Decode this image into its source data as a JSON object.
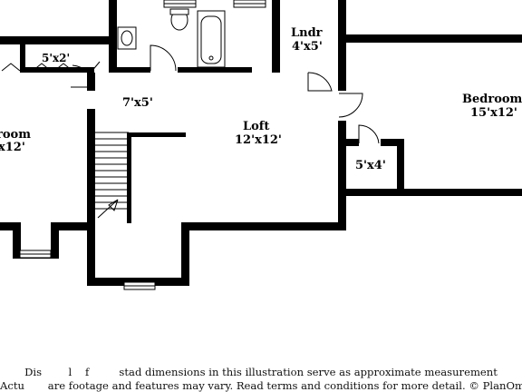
{
  "rooms": {
    "bedroom_left": {
      "name": "room",
      "dims": "x12'"
    },
    "closet_top": {
      "dims": "5'x2'"
    },
    "hall": {
      "dims": "7'x5'"
    },
    "laundry": {
      "name": "Lndr",
      "dims": "4'x5'"
    },
    "loft": {
      "name": "Loft",
      "dims": "12'x12'"
    },
    "bedroom_right": {
      "name": "Bedroom",
      "dims": "15'x12'"
    },
    "closet_right": {
      "dims": "5'x4'"
    }
  },
  "disclaimer": {
    "line1": "Dis        l    f         stad dimensions in this illustration serve as approximate measurement",
    "line2": "Actu       are footage and features may vary. Read terms and conditions for more detail. © PlanOmati"
  }
}
